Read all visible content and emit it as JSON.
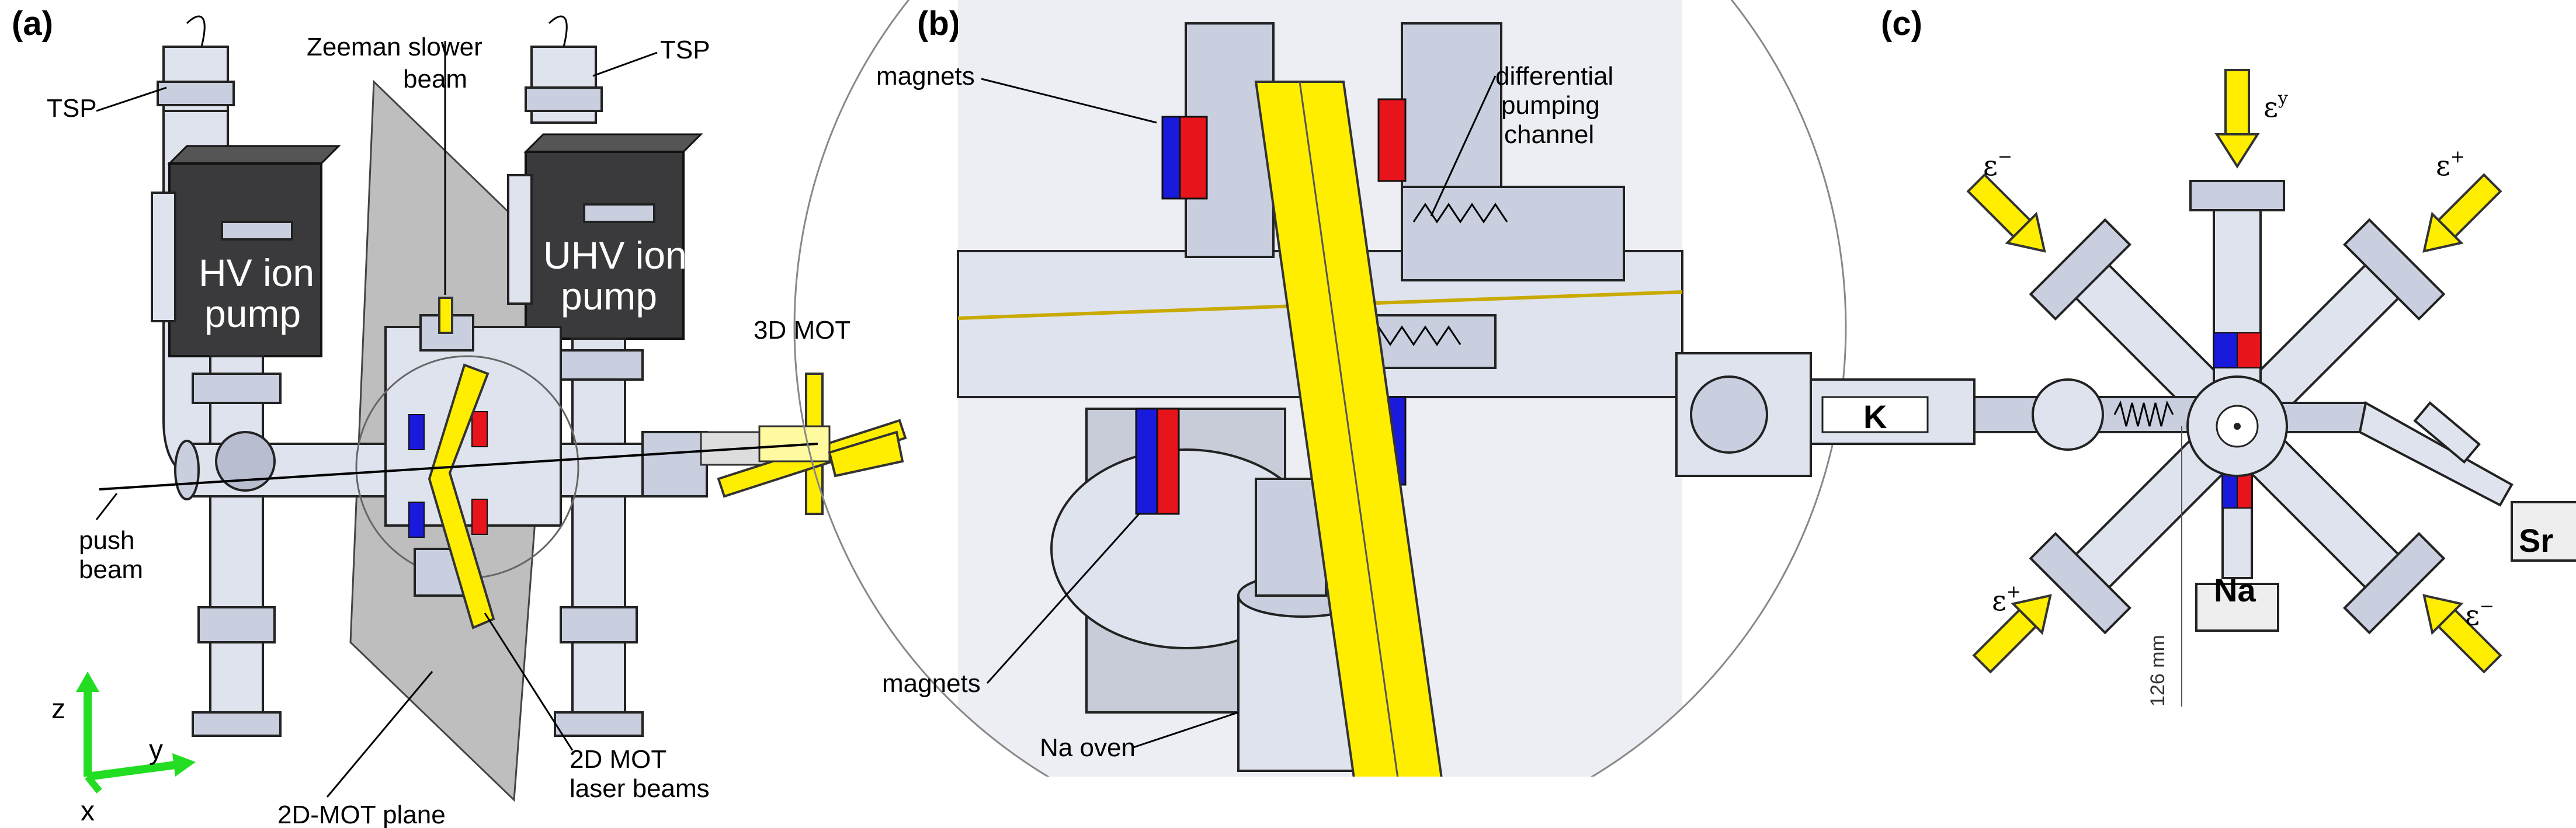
{
  "panels": {
    "a": {
      "label": "(a)",
      "tsp_left": "TSP",
      "tsp_right": "TSP",
      "zeeman_line1": "Zeeman slower",
      "zeeman_line2": "beam",
      "hv_pump_line1": "HV ion",
      "hv_pump_line2": "pump",
      "uhv_pump_line1": "UHV ion",
      "uhv_pump_line2": "pump",
      "mot3d": "3D MOT",
      "push_line1": "push",
      "push_line2": "beam",
      "mot2d_line1": "2D MOT",
      "mot2d_line2": "laser beams",
      "plane": "2D-MOT plane",
      "axis_z": "z",
      "axis_y": "y",
      "axis_x": "x"
    },
    "b": {
      "label": "(b)",
      "magnets_top": "magnets",
      "dpc_line1": "differential",
      "dpc_line2": "pumping",
      "dpc_line3": "channel",
      "magnets_bottom": "magnets",
      "na_oven": "Na oven"
    },
    "c": {
      "label": "(c)",
      "eps_y": "ε",
      "eps_y_sup": "y",
      "eps_minus_tl": "ε",
      "eps_minus_tl_sup": "−",
      "eps_plus_tr": "ε",
      "eps_plus_tr_sup": "+",
      "eps_plus_bl": "ε",
      "eps_plus_bl_sup": "+",
      "eps_minus_br": "ε",
      "eps_minus_br_sup": "−",
      "k": "K",
      "na": "Na",
      "sr": "Sr",
      "distance": "126 mm"
    }
  },
  "colors": {
    "steel": "#dfe3ee",
    "pump": "#3a3a3c",
    "beam": "#ffee00",
    "magnet_red": "#e8141c",
    "magnet_blue": "#1a1adc",
    "axes": "#22dd22",
    "plane": "#a8a8a8"
  }
}
